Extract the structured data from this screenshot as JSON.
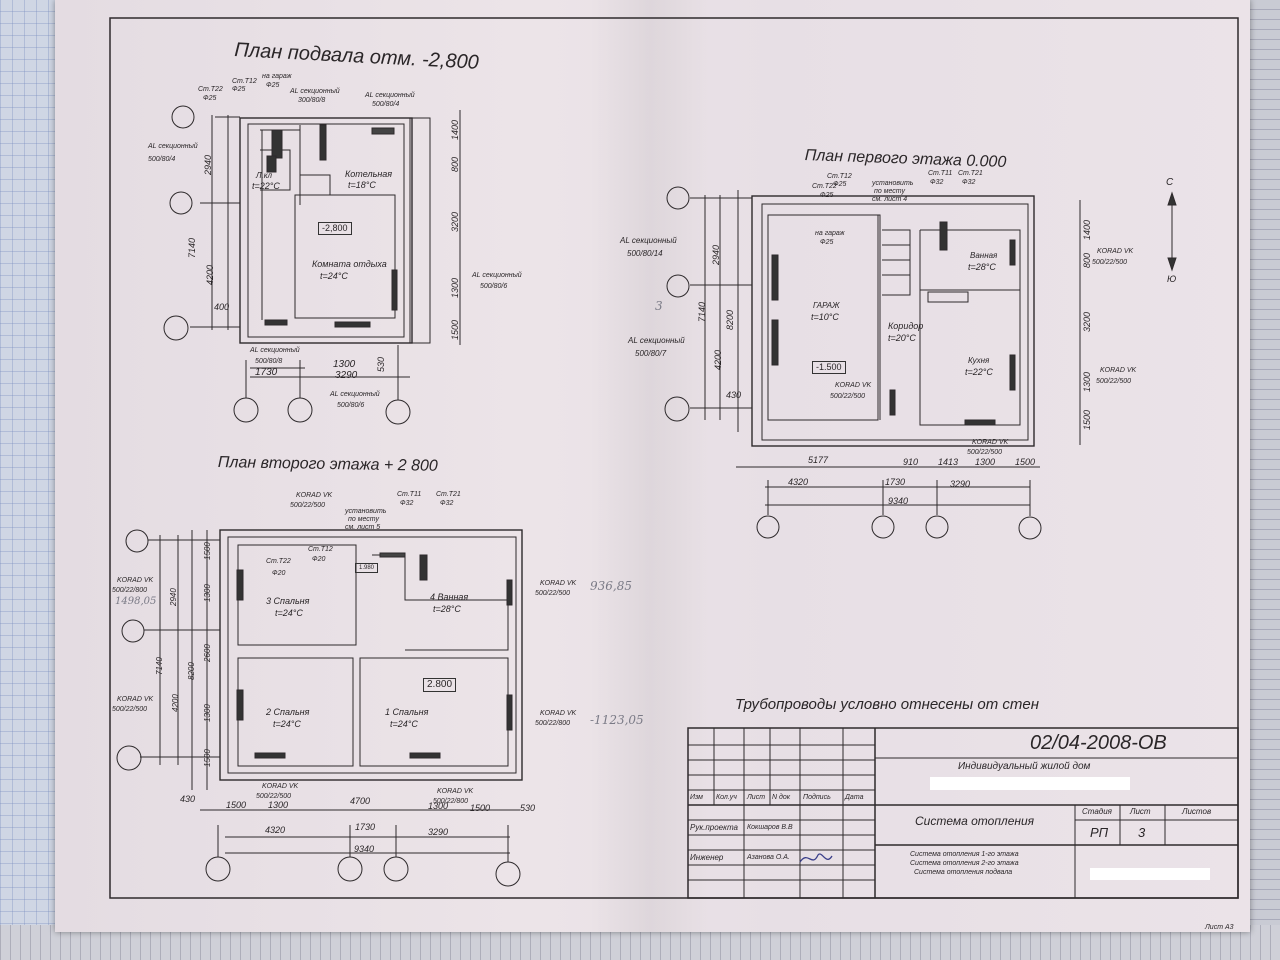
{
  "basement": {
    "title": "План подвала отм. -2,800",
    "st_t12": "Ст.Т12",
    "st_t12_d": "Ф25",
    "st_t22": "Ст.Т22",
    "st_t22_d": "Ф25",
    "garage_pipe": "на гараж",
    "garage_pipe_d": "Ф25",
    "rad1": "AL секционный",
    "rad1_spec": "300/80/8",
    "rad2": "AL секционный",
    "rad2_spec": "500/80/4",
    "rad3": "AL секционный",
    "rad3_spec": "500/80/4",
    "rad4": "AL секционный",
    "rad4_spec": "500/80/6",
    "rad5": "AL секционный",
    "rad5_spec": "500/80/8",
    "rad6": "AL секционный",
    "rad6_spec": "500/80/6",
    "rooms": [
      {
        "name": "Котельная",
        "temp": "t=18°C"
      },
      {
        "name": "Л.кл",
        "temp": "t=22°C"
      },
      {
        "name": "Комната отдыха",
        "temp": "t=24°C"
      }
    ],
    "level": "-2,800",
    "dims": {
      "d2940": "2940",
      "d7140": "7140",
      "d4200": "4200",
      "d400": "400",
      "d1400": "1400",
      "d800": "800",
      "d3200": "3200",
      "d1300v": "1300",
      "d1500": "1500",
      "d530": "530",
      "d1730": "1730",
      "d1300": "1300",
      "d3290": "3290"
    }
  },
  "ground": {
    "title": "План первого этажа 0.000",
    "st_t12": "Ст.Т12",
    "st_t12_d": "Ф25",
    "st_t22": "Ст.Т22",
    "st_t22_d": "Ф25",
    "install_note": [
      "установить",
      "по месту",
      "см. лист 4"
    ],
    "st_t11": "Ст.Т11",
    "st_t11_d": "Ф32",
    "st_t21": "Ст.Т21",
    "st_t21_d": "Ф32",
    "garage_pipe": "на гараж",
    "garage_pipe_d": "Ф25",
    "rad_left1": "AL секционный",
    "rad_left1_spec": "500/80/14",
    "rad_left2": "AL секционный",
    "rad_left2_spec": "500/80/7",
    "hand_3": "3",
    "rooms": [
      {
        "name": "ГАРАЖ",
        "temp": "t=10°C"
      },
      {
        "name": "Ванная",
        "temp": "t=28°C"
      },
      {
        "name": "Коридор",
        "temp": "t=20°C"
      },
      {
        "name": "Кухня",
        "temp": "t=22°C"
      }
    ],
    "level": "-1.500",
    "korad": "KORAD VK",
    "korad_spec": "500/22/500",
    "dims": {
      "d5177": "5177",
      "d910": "910",
      "d1413": "1413",
      "d1300": "1300",
      "d1500": "1500",
      "d4320": "4320",
      "d1730": "1730",
      "d3290": "3290",
      "d9340": "9340",
      "d2940": "2940",
      "d7140": "7140",
      "d8200": "8200",
      "d4200": "4200",
      "d430": "430",
      "v1400": "1400",
      "v800": "800",
      "v3200": "3200",
      "v1300": "1300",
      "v1500": "1500"
    },
    "compass_north": "С",
    "compass_south": "Ю"
  },
  "second": {
    "title": "План второго этажа + 2 800",
    "korad": "KORAD VK",
    "spec500": "500/22/500",
    "spec800": "500/22/800",
    "install_note": [
      "установить",
      "по месту",
      "см. лист 5"
    ],
    "st_t11": "Ст.Т11",
    "st_t11_d": "Ф32",
    "st_t21": "Ст.Т21",
    "st_t21_d": "Ф32",
    "st_t12": "Ст.Т12",
    "st_t12_d": "Ф20",
    "st_t22": "Ст.Т22",
    "st_t22_d": "Ф20",
    "stair_level": "1.980",
    "level": "2.800",
    "rooms": [
      {
        "name": "3 Спальня",
        "temp": "t=24°C"
      },
      {
        "name": "4 Ванная",
        "temp": "t=28°C"
      },
      {
        "name": "2 Спальня",
        "temp": "t=24°C"
      },
      {
        "name": "1 Спальня",
        "temp": "t=24°C"
      }
    ],
    "hand_notes": [
      "1498,05",
      "936,85",
      "-1123,05"
    ],
    "dims": {
      "d430": "430",
      "d1500a": "1500",
      "d1300a": "1300",
      "d4700": "4700",
      "d1300b": "1300",
      "d1500b": "1500",
      "d530": "530",
      "d4320": "4320",
      "d1730": "1730",
      "d3290": "3290",
      "d9340": "9340",
      "v2940": "2940",
      "v7140": "7140",
      "v8200": "8200",
      "v2600": "2600",
      "v4200": "4200",
      "v1500a": "1500",
      "v1300a": "1300",
      "v1300b": "1300",
      "v1500b": "1500"
    }
  },
  "note": "Трубопроводы условно отнесены от стен",
  "title_block": {
    "doc_code": "02/04-2008-ОВ",
    "project": "Индивидуальный жилой дом",
    "headers": [
      "Изм",
      "Кол.уч",
      "Лист",
      "N док",
      "Подпись",
      "Дата"
    ],
    "staff": [
      {
        "role": "Рук.проекта",
        "name": "Кокшаров В.В"
      },
      {
        "role": "Инженер",
        "name": "Азанова О.А."
      }
    ],
    "sheet_title": "Система отопления",
    "stage_label": "Стадия",
    "sheet_label": "Лист",
    "sheets_label": "Листов",
    "stage": "РП",
    "sheet": "3",
    "contents": [
      "Система отопления 1-го этажа",
      "Система отопления 2-го этажа",
      "Система отопления подвала"
    ],
    "format": "Лист А3"
  }
}
